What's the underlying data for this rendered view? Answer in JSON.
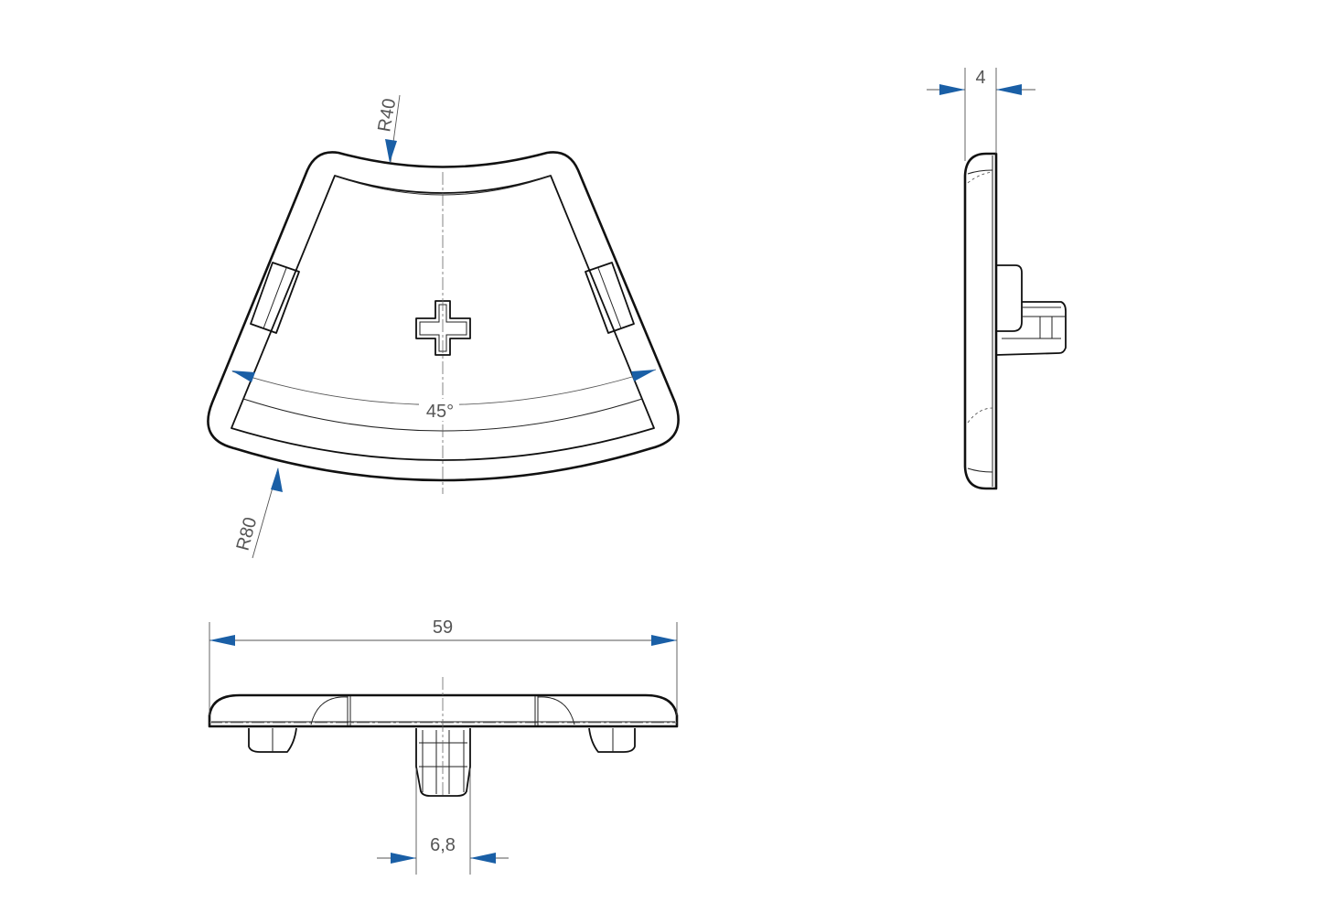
{
  "dimensions": {
    "radius_inner": "R40",
    "radius_outer": "R80",
    "angle": "45°",
    "width": "59",
    "thickness": "4",
    "pin_width": "6,8"
  },
  "colors": {
    "arrow": "#1a5fa6",
    "line": "#111111",
    "dimension_text": "#555555"
  }
}
